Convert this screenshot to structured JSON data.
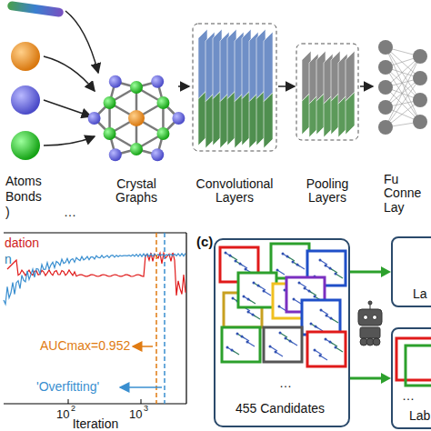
{
  "diagram": {
    "nodes": [
      {
        "text": [
          "…",
          "455 Candidates"
        ]
      },
      {
        "text": [
          "La"
        ]
      },
      {
        "text": [
          "…",
          "Lab"
        ]
      }
    ],
    "edges": [
      {
        "from": 0,
        "to": 1,
        "arrow": "to"
      },
      {
        "from": 0,
        "to": 2,
        "arrow": "to"
      }
    ],
    "labels": [
      "Atoms",
      "Bonds",
      ")",
      "…",
      "Crystal Graphs",
      "Convolutional Layers",
      "Pooling Layers",
      "Fu Conne Lay",
      "dation",
      "n",
      "AUCmax=0.952",
      "'Overfitting'",
      "10",
      "2",
      "10",
      "3",
      "Iteration",
      "(c)"
    ]
  }
}
